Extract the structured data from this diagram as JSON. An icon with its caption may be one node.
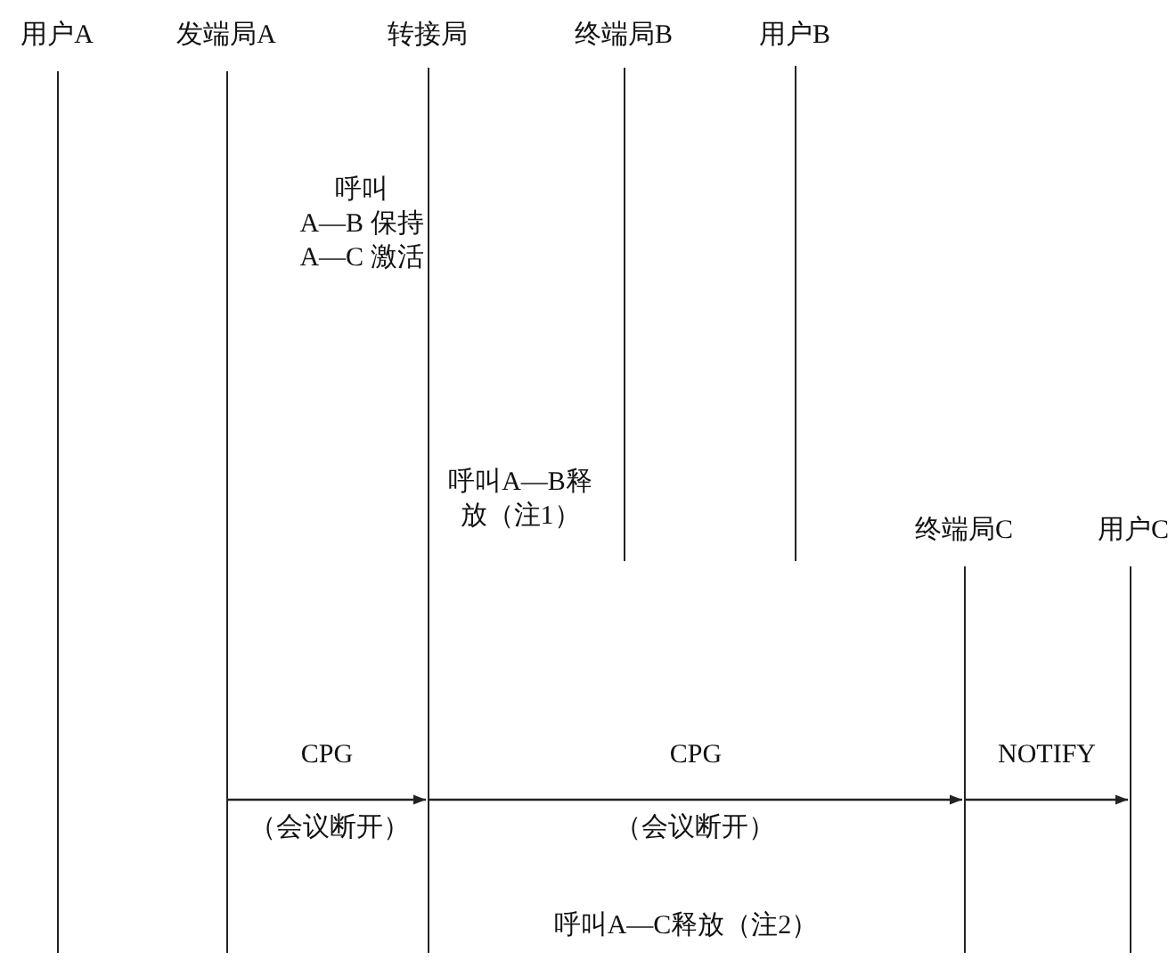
{
  "diagram": {
    "nodes": [
      {
        "text": [
          "用户A"
        ]
      },
      {
        "text": [
          "发端局A"
        ]
      },
      {
        "text": [
          "转接局"
        ]
      },
      {
        "text": [
          "终端局B"
        ]
      },
      {
        "text": [
          "用户B"
        ]
      },
      {
        "text": [
          "终端局C"
        ]
      },
      {
        "text": [
          "用户C"
        ]
      }
    ],
    "edges": [
      {
        "from": 1,
        "to": 2,
        "arrow": "to",
        "label": "CPG"
      },
      {
        "from": 2,
        "to": 5,
        "arrow": "to",
        "label": "CPG"
      },
      {
        "from": 5,
        "to": 6,
        "arrow": "to",
        "label": "NOTIFY"
      }
    ],
    "labels": [
      "呼叫",
      "A—B 保持",
      "A—C 激活",
      "呼叫A—B释放（注1）",
      "（会议断开）",
      "（会议断开）",
      "呼叫A—C释放（注2）"
    ]
  }
}
